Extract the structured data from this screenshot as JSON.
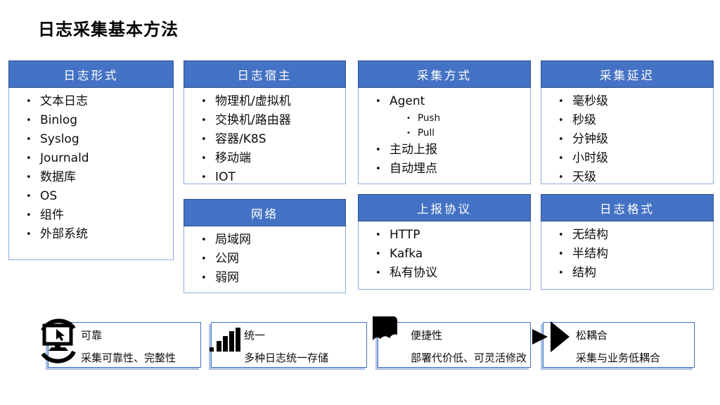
{
  "page_title": "日志采集基本方法",
  "colors": {
    "header_fill": "#4472C4",
    "header_border": "#2F528F",
    "header_text": "#FFFFFF",
    "body_border": "#8FAADC",
    "feature_border": "#4472C4",
    "feature_shadow": "#AFC3E8",
    "text": "#0D0D0D",
    "icon": "#000000"
  },
  "boxes": [
    {
      "title": "日志形式",
      "items": [
        "文本日志",
        "Binlog",
        "Syslog",
        "Journald",
        "数据库",
        "OS",
        "组件",
        "外部系统"
      ]
    },
    {
      "title": "日志宿主",
      "items": [
        "物理机/虚拟机",
        "交换机/路由器",
        "容器/K8S",
        "移动端",
        "IOT"
      ]
    },
    {
      "title": "采集方式",
      "items": [
        {
          "label": "Agent",
          "sub": [
            "Push",
            "Pull"
          ]
        },
        "主动上报",
        "自动埋点"
      ]
    },
    {
      "title": "采集延迟",
      "items": [
        "毫秒级",
        "秒级",
        "分钟级",
        "小时级",
        "天级"
      ]
    },
    {
      "title": "网络",
      "items": [
        "局域网",
        "公网",
        "弱网"
      ]
    },
    {
      "title": "上报协议",
      "items": [
        "HTTP",
        "Kafka",
        "私有协议"
      ]
    },
    {
      "title": "日志格式",
      "items": [
        "无结构",
        "半结构",
        "结构"
      ]
    }
  ],
  "features": [
    {
      "icon": "monitor-sync-icon",
      "title": "可靠",
      "desc": "采集可靠性、完整性"
    },
    {
      "icon": "signal-bars-icon",
      "title": "统一",
      "desc": "多种日志统一存储"
    },
    {
      "icon": "flag-icon",
      "title": "便捷性",
      "desc": "部署代价低、可灵活修改"
    },
    {
      "icon": "fast-forward-icon",
      "title": "松耦合",
      "desc": "采集与业务低耦合"
    }
  ]
}
